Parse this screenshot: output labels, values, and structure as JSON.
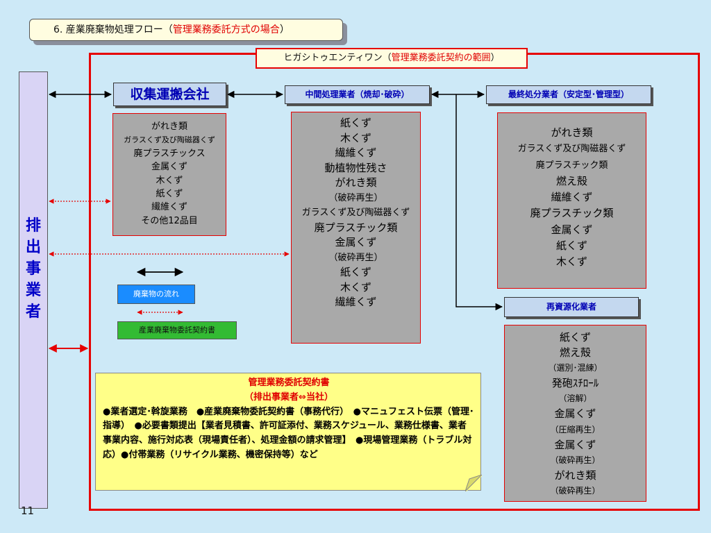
{
  "title": {
    "prefix": "6. 産業廃棄物処理フロー（",
    "highlight": "管理業務委託方式の場合",
    "suffix": "）"
  },
  "scope_label": {
    "prefix": "ヒガシトゥエンティワン（",
    "highlight": "管理業務委託契約の範囲",
    "suffix": "）"
  },
  "emitter": {
    "chars": [
      "排",
      "出",
      "事",
      "業",
      "者"
    ]
  },
  "headers": {
    "collector": "収集運搬会社",
    "intermediate": "中間処理業者（焼却･破砕）",
    "final_disposal": "最終処分業者（安定型･管理型）",
    "recycler": "再資源化業者"
  },
  "collector_items": [
    {
      "text": "がれき類",
      "small": false
    },
    {
      "text": "ガラスくず及び陶磁器くず",
      "small": true
    },
    {
      "text": "廃プラスチックス",
      "small": false
    },
    {
      "text": "金属くず",
      "small": false
    },
    {
      "text": "木くず",
      "small": false
    },
    {
      "text": "紙くず",
      "small": false
    },
    {
      "text": "繊維くず",
      "small": false
    },
    {
      "text": "その他12品目",
      "small": false
    }
  ],
  "intermediate_items": [
    {
      "text": "紙くず",
      "small": false
    },
    {
      "text": "木くず",
      "small": false
    },
    {
      "text": "繊維くず",
      "small": false
    },
    {
      "text": "動植物性残さ",
      "small": false
    },
    {
      "text": "がれき類",
      "small": false
    },
    {
      "text": "（破砕再生）",
      "small": true
    },
    {
      "text": "ガラスくず及び陶磁器くず",
      "small": true
    },
    {
      "text": "廃プラスチック類",
      "small": false
    },
    {
      "text": "金属くず",
      "small": false
    },
    {
      "text": "（破砕再生）",
      "small": true
    },
    {
      "text": "紙くず",
      "small": false
    },
    {
      "text": "木くず",
      "small": false
    },
    {
      "text": "繊維くず",
      "small": false
    }
  ],
  "final_items": [
    {
      "text": "がれき類",
      "small": false
    },
    {
      "text": "ガラスくず及び陶磁器くず",
      "small": true
    },
    {
      "text": "廃プラスチック類",
      "small": true
    },
    {
      "text": "燃え殻",
      "small": false
    },
    {
      "text": "繊維くず",
      "small": false
    },
    {
      "text": "廃プラスチック類",
      "small": false
    },
    {
      "text": "金属くず",
      "small": false
    },
    {
      "text": "紙くず",
      "small": false
    },
    {
      "text": "木くず",
      "small": false
    }
  ],
  "recycler_items": [
    {
      "text": "紙くず",
      "small": false
    },
    {
      "text": "燃え殻",
      "small": false
    },
    {
      "text": "（選別･混練）",
      "small": true
    },
    {
      "text": "発砲ｽﾁﾛｰﾙ",
      "small": false
    },
    {
      "text": "（溶解）",
      "small": true
    },
    {
      "text": "金属くず",
      "small": false
    },
    {
      "text": "（圧縮再生）",
      "small": true
    },
    {
      "text": "金属くず",
      "small": false
    },
    {
      "text": "（破砕再生）",
      "small": true
    },
    {
      "text": "がれき類",
      "small": false
    },
    {
      "text": "（破砕再生）",
      "small": true
    }
  ],
  "legend": {
    "waste_flow": "廃棄物の流れ",
    "contract": "産業廃棄物委託契約書"
  },
  "note": {
    "title1": "管理業務委託契約書",
    "title2": "（排出事業者⇔当社）",
    "body": "●業者選定･斡旋業務　●産業廃棄物委託契約書（事務代行）　●マニュフェスト伝票（管理･指導）　●必要書類提出【業者見積書、許可証添付、業務スケジュール、業務仕様書、業者事業内容、施行対応表（現場責任者）、処理金額の請求管理】　●現場管理業務（トラブル対応）●付帯業務（リサイクル業務、機密保持等）など"
  },
  "page_number": "11",
  "colors": {
    "background": "#cde9f7",
    "red": "#e60000",
    "header_text": "#0000b4",
    "gray_box": "#a9a9a9"
  }
}
